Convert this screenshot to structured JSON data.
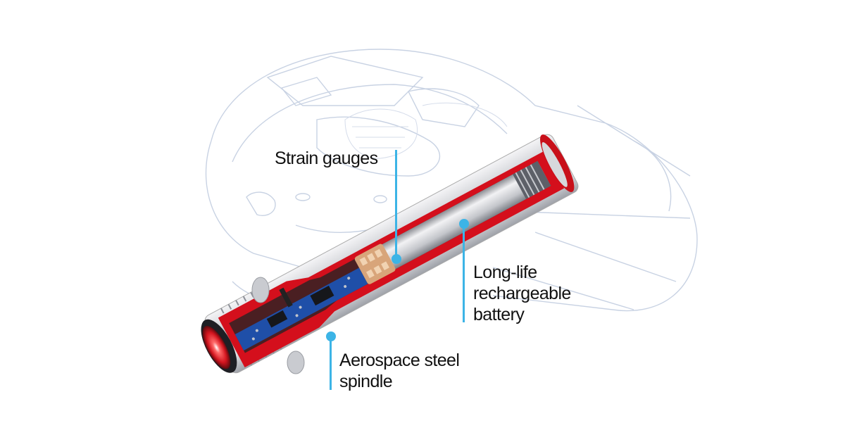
{
  "title": "Pedal spindle cutaway",
  "callouts": [
    {
      "id": "strain",
      "lines": [
        "Strain gauges"
      ]
    },
    {
      "id": "battery",
      "lines": [
        "Long-life",
        "rechargeable",
        "battery"
      ]
    },
    {
      "id": "spindle",
      "lines": [
        "Aerospace steel",
        "spindle"
      ]
    }
  ],
  "colors": {
    "callout": "#3cb4e6",
    "spindle_cut": "#d40f1c",
    "pcb": "#1f4fa8",
    "outline": "#b9c6dc"
  }
}
